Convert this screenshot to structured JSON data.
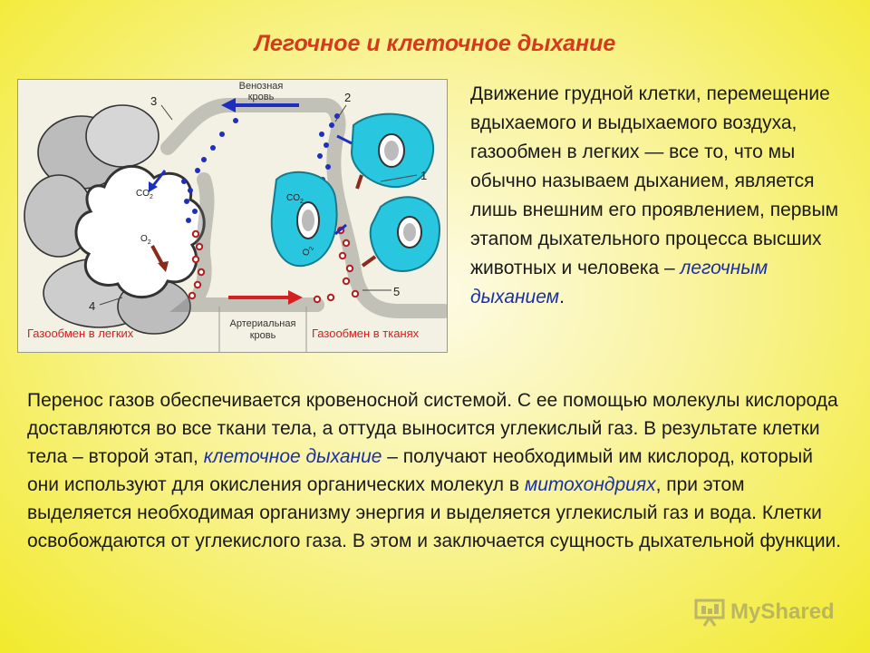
{
  "title": "Легочное  и клеточное дыхание",
  "figure": {
    "label_venous": [
      "Венозная",
      "кровь"
    ],
    "label_arterial": [
      "Артериальная",
      "кровь"
    ],
    "label_lungs": "Газообмен в легких",
    "label_tissues": "Газообмен в тканях",
    "numbers": [
      "1",
      "2",
      "3",
      "4",
      "5"
    ],
    "co2": "CO",
    "o2": "O",
    "sub2": "2"
  },
  "side": {
    "text": "Движение грудной клетки, перемещение вдыхаемого и выдыхаемого воздуха, газообмен в легких — все то, что мы обычно называем дыханием, является лишь внешним его проявлением, первым этапом дыхательного процесса высших животных и человека –",
    "term": "легочным дыханием",
    "end": "."
  },
  "main": {
    "p1": "Перенос газов обеспечивается кровеносной системой. С ее помощью молекулы кислорода доставляются во все ткани тела, а оттуда выносится углекислый газ. В результате клетки тела – второй этап,",
    "term1": "клеточное дыхание",
    "p2": "– получают необходимый им кислород, который они используют для окисления органических молекул в",
    "term2": "митохондриях",
    "p3": ", при этом выделяется необходимая организму энергия и выделяется углекислый газ и вода. Клетки освобождаются от углекислого газа. В этом и заключается сущность дыхательной функции."
  },
  "watermark": "MyShared",
  "colors": {
    "title": "#d43a1c",
    "term": "#1a30a6",
    "venous": "#1e2fbf",
    "arterial": "#d42020",
    "cell": "#29c6e0"
  }
}
